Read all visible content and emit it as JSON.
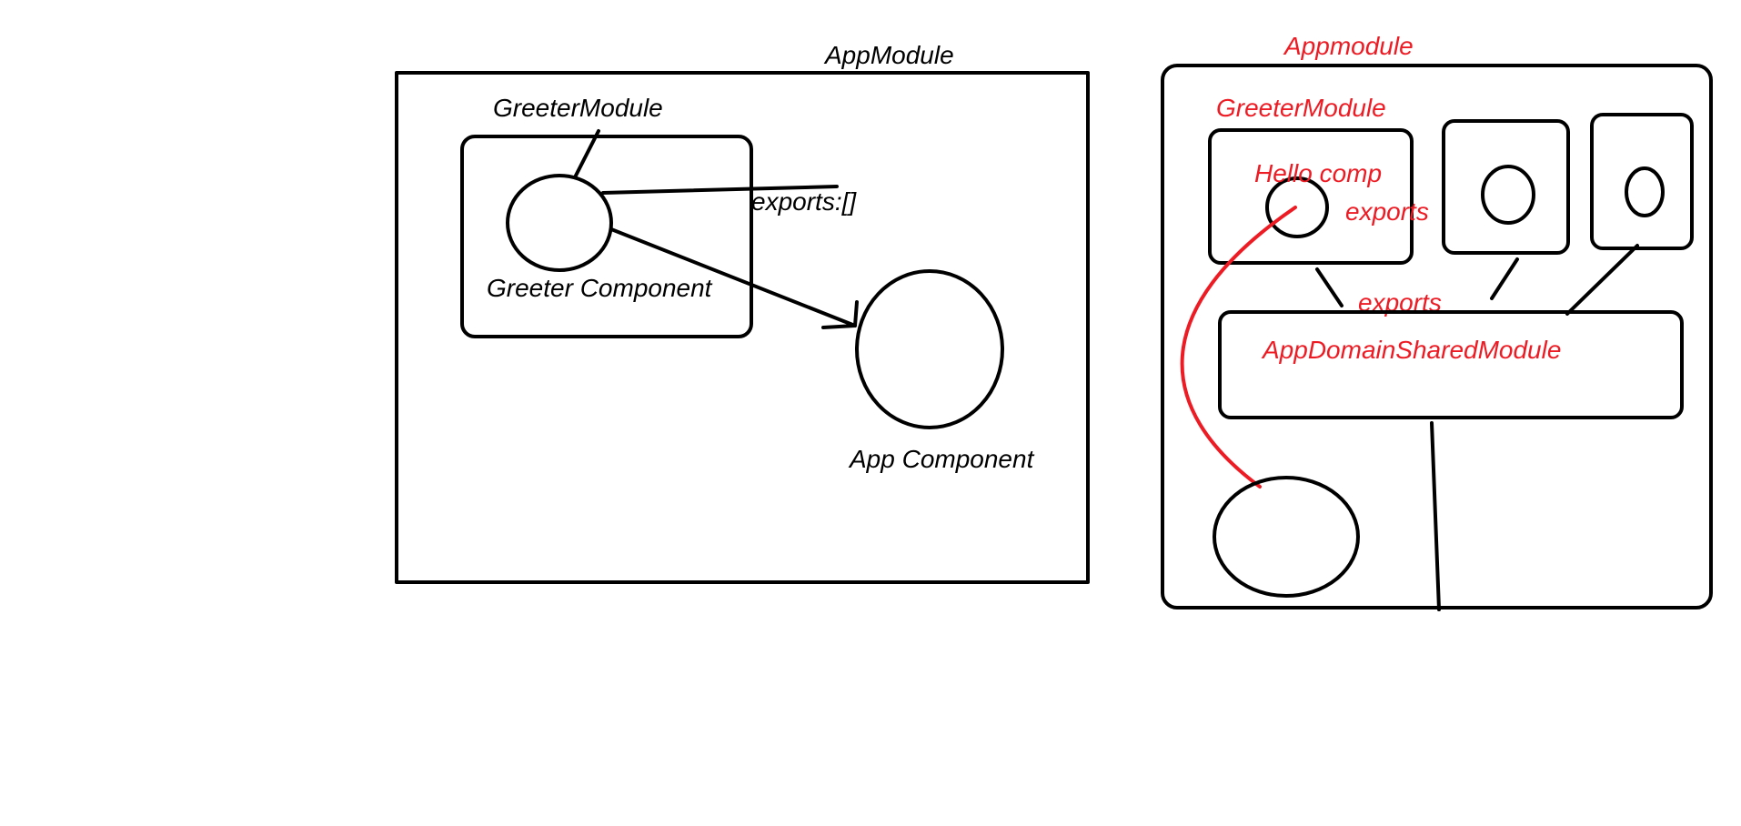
{
  "colors": {
    "ink": "#000000",
    "accent": "#ed1c24",
    "background": "#ffffff"
  },
  "left": {
    "app_module": "AppModule",
    "greeter_module": "GreeterModule",
    "exports_label": "exports:[]",
    "greeter_component": "Greeter Component",
    "app_component": "App Component"
  },
  "right": {
    "app_module": "Appmodule",
    "greeter_module": "GreeterModule",
    "hello_comp": "Hello comp",
    "exports_top": "exports",
    "exports_mid": "exports",
    "shared_module": "AppDomainSharedModule"
  }
}
